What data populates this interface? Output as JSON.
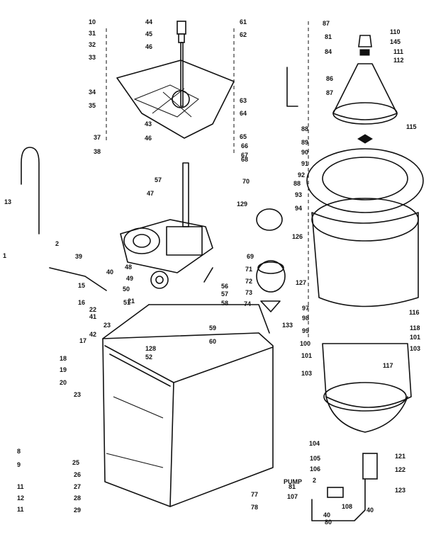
{
  "labels": [
    "10",
    "31",
    "32",
    "33",
    "34",
    "35",
    "37",
    "38",
    "13",
    "2",
    "1",
    "39",
    "40",
    "15",
    "16",
    "17",
    "18",
    "19",
    "20",
    "23",
    "22",
    "21",
    "41",
    "23",
    "42",
    "50",
    "51",
    "48",
    "49",
    "25",
    "26",
    "27",
    "28",
    "29",
    "8",
    "9",
    "11",
    "12",
    "11",
    "44",
    "45",
    "46",
    "61",
    "62",
    "63",
    "64",
    "65",
    "66",
    "67",
    "68",
    "43",
    "46",
    "57",
    "47",
    "129",
    "70",
    "69",
    "71",
    "72",
    "73",
    "74",
    "56",
    "57",
    "58",
    "59",
    "60",
    "128",
    "52",
    "77",
    "78",
    "87",
    "81",
    "84",
    "86",
    "87",
    "88",
    "89",
    "90",
    "91",
    "92",
    "88",
    "93",
    "94",
    "126",
    "127",
    "110",
    "145",
    "111",
    "112",
    "115",
    "97",
    "98",
    "99",
    "100",
    "101",
    "103",
    "133",
    "116",
    "118",
    "101",
    "103",
    "117",
    "104",
    "105",
    "106",
    "2",
    "121",
    "122",
    "123",
    "40",
    "81",
    "107",
    "108",
    "80",
    "40"
  ],
  "pump_label": "PUMP"
}
